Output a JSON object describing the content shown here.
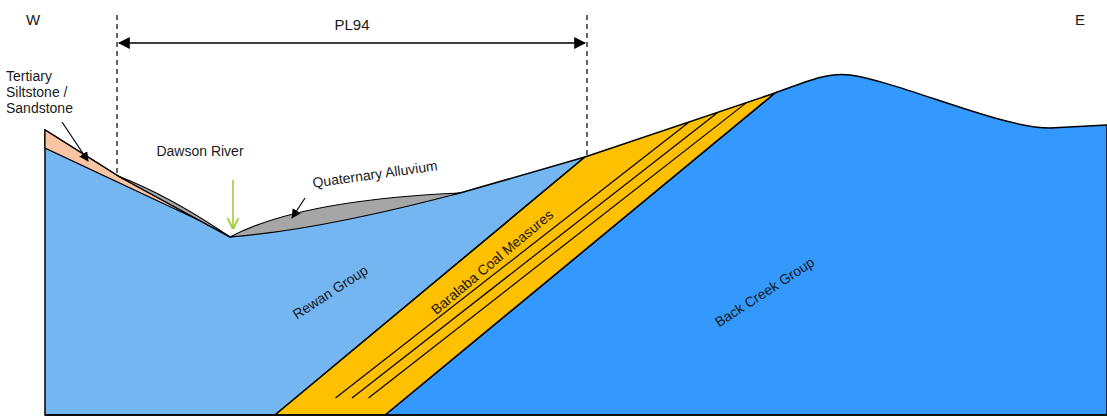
{
  "diagram": {
    "labels": [
      "W",
      "E",
      "PL94",
      "Tertiary Siltstone / Sandstone",
      "Dawson River",
      "Quaternary Alluvium",
      "Rewan Group",
      "Baralaba Coal Measures",
      "Back Creek Group"
    ]
  }
}
